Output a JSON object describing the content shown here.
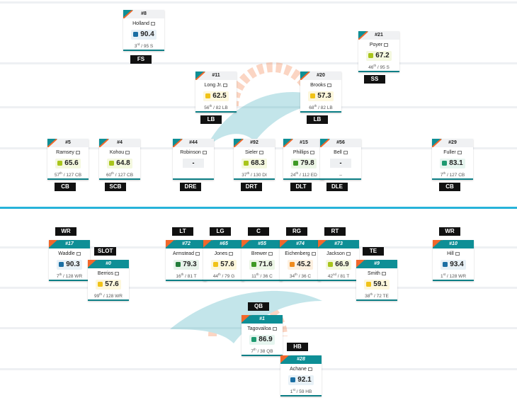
{
  "colors": {
    "accent": "#0e8f96",
    "orange": "#f2672a",
    "scrimmage": "#27b3d9"
  },
  "defense": [
    {
      "pos": "FS",
      "number": "#8",
      "name": "Holland",
      "grade": "90.4",
      "rank": "3",
      "suffix": "rd",
      "of": " / 95 S",
      "tier": "elite"
    },
    {
      "pos": "SS",
      "number": "#21",
      "name": "Poyer",
      "grade": "67.2",
      "rank": "46",
      "suffix": "th",
      "of": " / 95 S",
      "tier": "ok"
    },
    {
      "pos": "LB",
      "number": "#11",
      "name": "Long Jr.",
      "grade": "62.5",
      "rank": "56",
      "suffix": "th",
      "of": " / 82 LB",
      "tier": "avg"
    },
    {
      "pos": "LB",
      "number": "#20",
      "name": "Brooks",
      "grade": "57.3",
      "rank": "68",
      "suffix": "th",
      "of": " / 82 LB",
      "tier": "avg"
    },
    {
      "pos": "CB",
      "number": "#5",
      "name": "Ramsey",
      "grade": "65.6",
      "rank": "57",
      "suffix": "th",
      "of": " / 127 CB",
      "tier": "ok"
    },
    {
      "pos": "SCB",
      "number": "#4",
      "name": "Kohou",
      "grade": "64.8",
      "rank": "60",
      "suffix": "th",
      "of": " / 127 CB",
      "tier": "ok"
    },
    {
      "pos": "DRE",
      "number": "#44",
      "name": "Robinson",
      "grade": "-",
      "rank": "",
      "suffix": "",
      "of": "",
      "tier": "none"
    },
    {
      "pos": "DRT",
      "number": "#92",
      "name": "Sieler",
      "grade": "68.3",
      "rank": "37",
      "suffix": "th",
      "of": " / 130 DI",
      "tier": "ok"
    },
    {
      "pos": "DLT",
      "number": "#15",
      "name": "Phillips",
      "grade": "79.8",
      "rank": "24",
      "suffix": "th",
      "of": " / 112 ED",
      "tier": "good"
    },
    {
      "pos": "DLE",
      "number": "#56",
      "name": "Bell",
      "grade": "-",
      "rank": "–",
      "suffix": "",
      "of": "",
      "tier": "none"
    },
    {
      "pos": "CB",
      "number": "#29",
      "name": "Fuller",
      "grade": "83.1",
      "rank": "7",
      "suffix": "th",
      "of": " / 127 CB",
      "tier": "high"
    }
  ],
  "offense": [
    {
      "pos": "WR",
      "number": "#17",
      "name": "Waddle",
      "grade": "90.3",
      "rank": "7",
      "suffix": "th",
      "of": " / 128 WR",
      "tier": "elite"
    },
    {
      "pos": "SLOT",
      "number": "#0",
      "name": "Berrios",
      "grade": "57.6",
      "rank": "99",
      "suffix": "th",
      "of": " / 128 WR",
      "tier": "avg"
    },
    {
      "pos": "LT",
      "number": "#72",
      "name": "Armstead",
      "grade": "79.3",
      "rank": "16",
      "suffix": "th",
      "of": " / 81 T",
      "tier": "good2"
    },
    {
      "pos": "LG",
      "number": "#65",
      "name": "Jones",
      "grade": "57.6",
      "rank": "44",
      "suffix": "th",
      "of": " / 79 G",
      "tier": "avg"
    },
    {
      "pos": "C",
      "number": "#55",
      "name": "Brewer",
      "grade": "71.6",
      "rank": "11",
      "suffix": "th",
      "of": " / 36 C",
      "tier": "good"
    },
    {
      "pos": "RG",
      "number": "#74",
      "name": "Eichenberg",
      "grade": "45.2",
      "rank": "34",
      "suffix": "th",
      "of": " / 36 C",
      "tier": "low"
    },
    {
      "pos": "RT",
      "number": "#73",
      "name": "Jackson",
      "grade": "66.9",
      "rank": "42",
      "suffix": "nd",
      "of": " / 81 T",
      "tier": "ok"
    },
    {
      "pos": "TE",
      "number": "#9",
      "name": "Smith",
      "grade": "59.1",
      "rank": "38",
      "suffix": "th",
      "of": " / 72 TE",
      "tier": "avg"
    },
    {
      "pos": "WR",
      "number": "#10",
      "name": "Hill",
      "grade": "93.4",
      "rank": "1",
      "suffix": "st",
      "of": " / 128 WR",
      "tier": "elite"
    },
    {
      "pos": "QB",
      "number": "#1",
      "name": "Tagovailoa",
      "grade": "86.9",
      "rank": "7",
      "suffix": "th",
      "of": " / 38 QB",
      "tier": "high"
    },
    {
      "pos": "HB",
      "number": "#28",
      "name": "Achane",
      "grade": "92.1",
      "rank": "1",
      "suffix": "st",
      "of": " / 59 HB",
      "tier": "elite"
    }
  ]
}
